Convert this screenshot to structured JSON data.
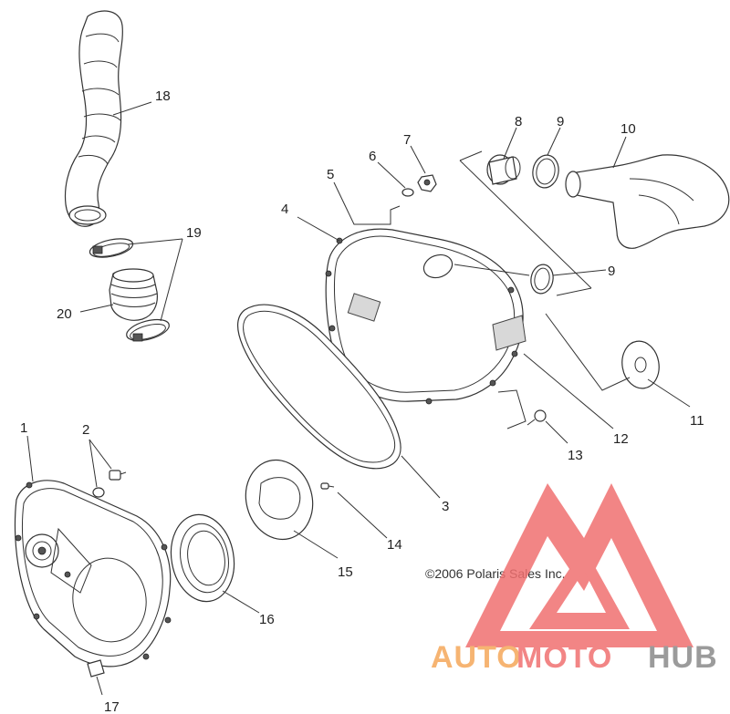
{
  "callouts": {
    "c1": "1",
    "c2": "2",
    "c3": "3",
    "c4": "4",
    "c5": "5",
    "c6": "6",
    "c7": "7",
    "c8": "8",
    "c9a": "9",
    "c9b": "9",
    "c10": "10",
    "c11": "11",
    "c12": "12",
    "c13": "13",
    "c14": "14",
    "c15": "15",
    "c16": "16",
    "c17": "17",
    "c18": "18",
    "c19": "19",
    "c20": "20"
  },
  "copyright": "©2006 Polaris Sales Inc.",
  "watermark": {
    "text_part1": "AUTO",
    "text_part2": "MOTO",
    "text_part3": "HUB",
    "color_orange": "#f5a85a",
    "color_red": "#f07070",
    "color_gray": "#8a8a8a"
  }
}
